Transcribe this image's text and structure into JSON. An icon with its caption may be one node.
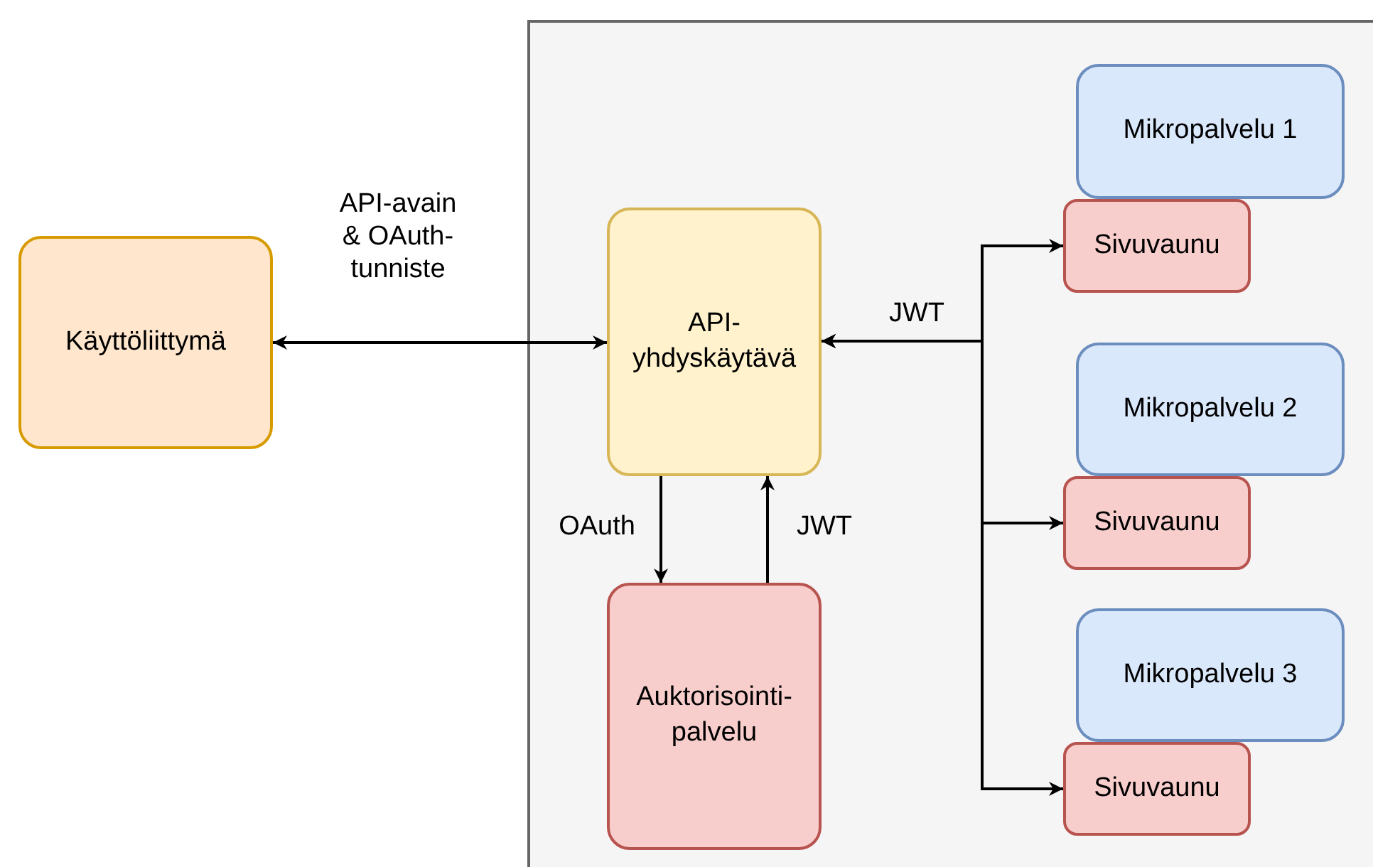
{
  "diagram": {
    "nodes": [
      {
        "text": [],
        "shape": "box"
      },
      {
        "text": [
          "Käyttöliittymä"
        ]
      },
      {
        "text": [
          "API- yhdyskäytävä"
        ],
        "in": 0
      },
      {
        "text": [
          "Auktorisointi- palvelu"
        ],
        "in": 0
      },
      {
        "text": [
          "Mikropalvelu 1"
        ],
        "in": 0
      },
      {
        "text": [
          "Sivuvaunu"
        ],
        "in": 0
      },
      {
        "text": [
          "Mikropalvelu 2"
        ],
        "in": 0
      },
      {
        "text": [
          "Sivuvaunu"
        ],
        "in": 0
      },
      {
        "text": [
          "Mikropalvelu 3"
        ],
        "in": 0
      },
      {
        "text": [
          "Sivuvaunu"
        ],
        "in": 0
      }
    ],
    "edges": [
      {
        "from": 1,
        "to": 2,
        "arrow": "both",
        "label": "API-avain & OAuth- tunniste"
      },
      {
        "from": 2,
        "to": 3,
        "arrow": "to",
        "label": "OAuth"
      },
      {
        "from": 3,
        "to": 2,
        "arrow": "to",
        "label": "JWT"
      },
      {
        "from": 2,
        "to": 5,
        "arrow": "both",
        "label": "JWT"
      },
      {
        "from": 2,
        "to": 7,
        "arrow": "both"
      },
      {
        "from": 2,
        "to": 9,
        "arrow": "both"
      }
    ]
  }
}
